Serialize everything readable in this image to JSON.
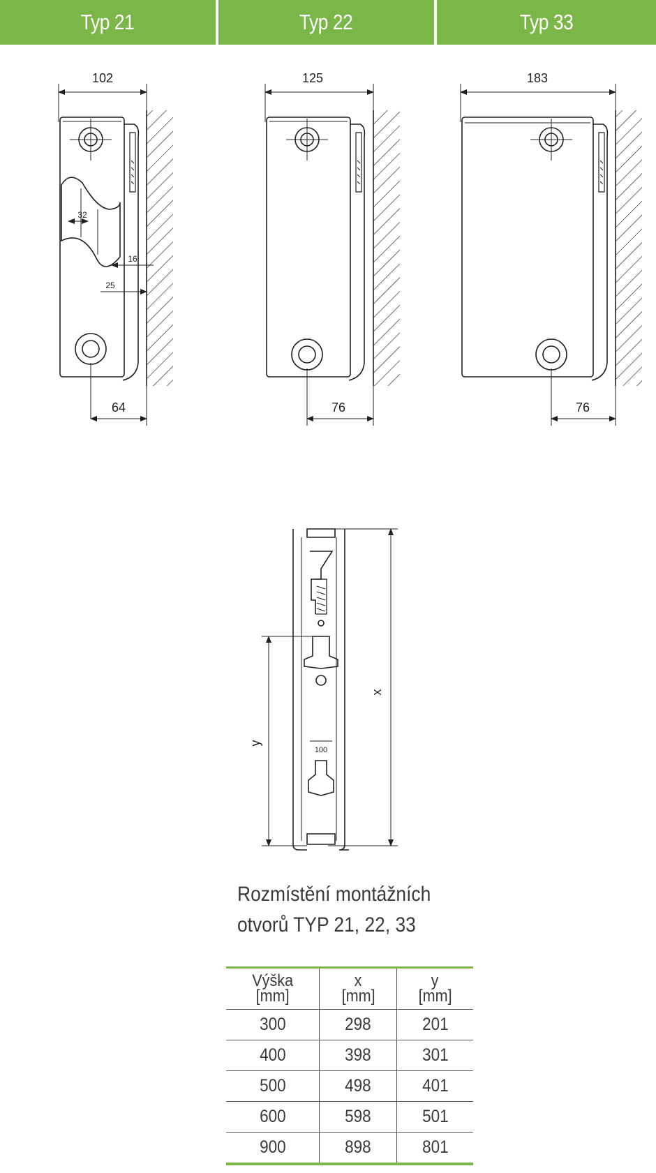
{
  "tabs": [
    {
      "label": "Typ 21"
    },
    {
      "label": "Typ 22"
    },
    {
      "label": "Typ 33"
    }
  ],
  "diagrams": {
    "typ21": {
      "width": "102",
      "offset": "64",
      "d1": "32",
      "d2": "16",
      "d3": "25"
    },
    "typ22": {
      "width": "125",
      "offset": "76"
    },
    "typ33": {
      "width": "183",
      "offset": "76"
    }
  },
  "bracket": {
    "x_label": "x",
    "y_label": "y",
    "hole_label": "100"
  },
  "caption": {
    "line1": "Rozmístění montážních",
    "line2": "otvorů TYP 21, 22, 33"
  },
  "table": {
    "headers": [
      {
        "name": "Výška",
        "unit": "[mm]"
      },
      {
        "name": "x",
        "unit": "[mm]"
      },
      {
        "name": "y",
        "unit": "[mm]"
      }
    ],
    "rows": [
      [
        "300",
        "298",
        "201"
      ],
      [
        "400",
        "398",
        "301"
      ],
      [
        "500",
        "498",
        "401"
      ],
      [
        "600",
        "598",
        "501"
      ],
      [
        "900",
        "898",
        "801"
      ]
    ]
  },
  "colors": {
    "accent": "#7ab648",
    "line": "#231f20"
  }
}
